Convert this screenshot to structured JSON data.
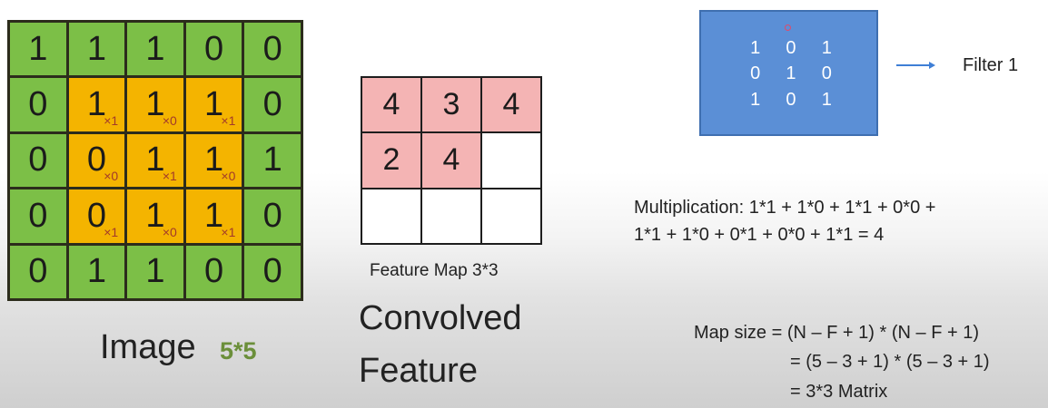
{
  "image": {
    "label": "Image",
    "size": "5*5",
    "cells": [
      [
        "1",
        "1",
        "1",
        "0",
        "0"
      ],
      [
        "0",
        "1",
        "1",
        "1",
        "0"
      ],
      [
        "0",
        "0",
        "1",
        "1",
        "1"
      ],
      [
        "0",
        "0",
        "1",
        "1",
        "0"
      ],
      [
        "0",
        "1",
        "1",
        "0",
        "0"
      ]
    ],
    "multipliers": [
      [
        "",
        "",
        "",
        "",
        ""
      ],
      [
        "",
        "×1",
        "×0",
        "×1",
        ""
      ],
      [
        "",
        "×0",
        "×1",
        "×0",
        ""
      ],
      [
        "",
        "×1",
        "×0",
        "×1",
        ""
      ],
      [
        "",
        "",
        "",
        "",
        ""
      ]
    ],
    "highlight": [
      [
        0,
        0,
        0,
        0,
        0
      ],
      [
        0,
        1,
        1,
        1,
        0
      ],
      [
        0,
        1,
        1,
        1,
        0
      ],
      [
        0,
        1,
        1,
        1,
        0
      ],
      [
        0,
        0,
        0,
        0,
        0
      ]
    ]
  },
  "feature_map": {
    "cells": [
      [
        "4",
        "3",
        "4"
      ],
      [
        "2",
        "4",
        ""
      ],
      [
        "",
        "",
        ""
      ]
    ],
    "caption": "Feature Map 3*3",
    "title_line1": "Convolved",
    "title_line2": "Feature"
  },
  "filter": {
    "cells": [
      [
        "1",
        "0",
        "1"
      ],
      [
        "0",
        "1",
        "0"
      ],
      [
        "1",
        "0",
        "1"
      ]
    ],
    "label": "Filter 1"
  },
  "multiplication": {
    "line1": "Multiplication: 1*1 + 1*0 + 1*1 + 0*0 +",
    "line2": "1*1 + 1*0 + 0*1 + 0*0 + 1*1 = 4"
  },
  "map_size": {
    "line1": "Map size = (N – F + 1) * (N – F + 1)",
    "line2": "= (5 – 3 + 1) * (5 – 3 + 1)",
    "line3": "= 3*3 Matrix"
  },
  "colors": {
    "image_cell": "#7cbf47",
    "highlight_cell": "#f4b400",
    "feature_filled": "#f4b4b4",
    "filter_bg": "#5b8fd6",
    "size_text": "#6b8f3a",
    "arrow": "#3f7fd6"
  }
}
